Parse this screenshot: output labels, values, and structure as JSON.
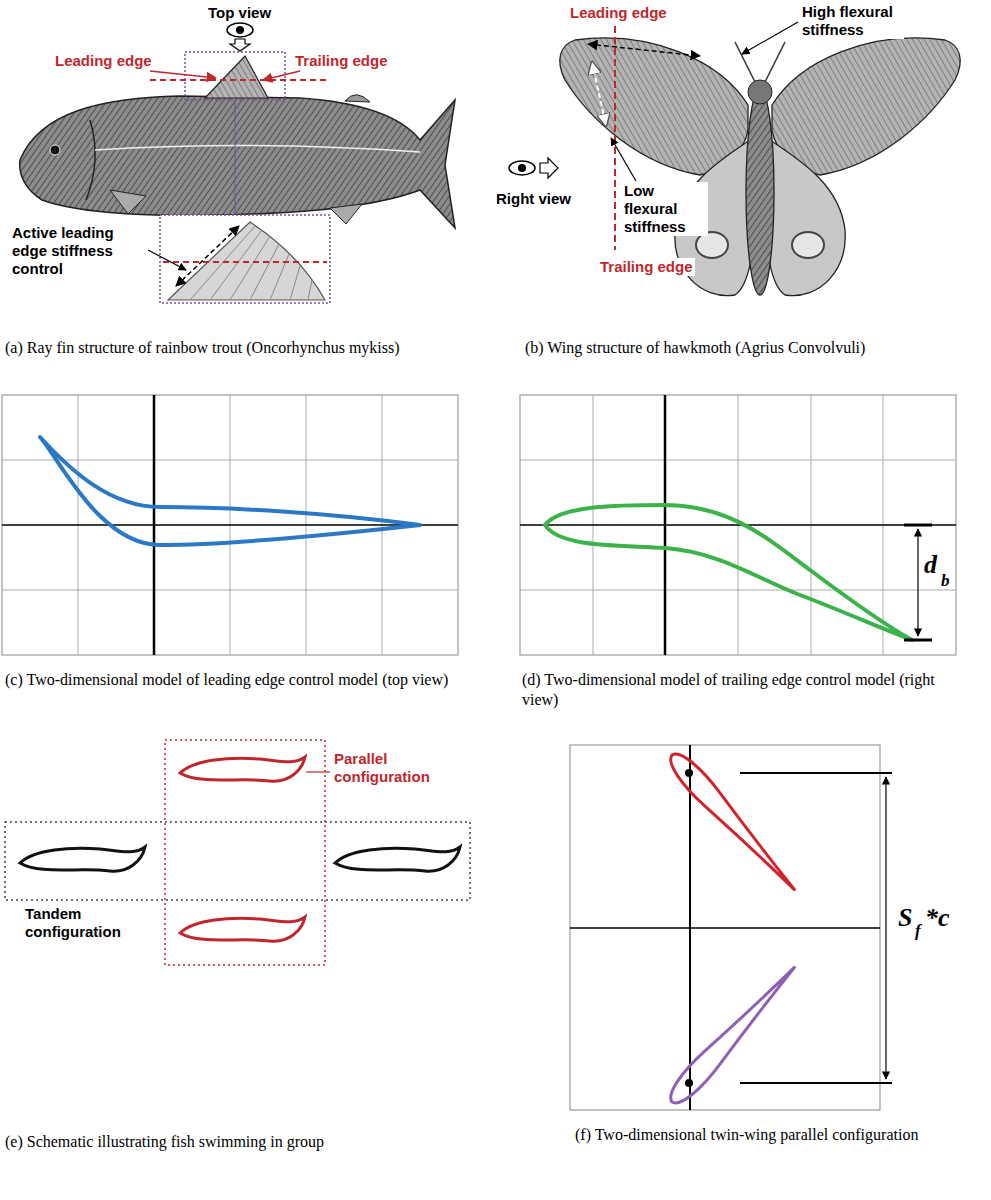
{
  "diagram": {
    "labels": [
      "Top view",
      "Leading edge",
      "Trailing edge",
      "Active leading edge stiffness control",
      "(a) Ray fin structure of rainbow trout (Oncorhynchus mykiss)",
      "Leading edge",
      "High flexural stiffness",
      "Right view",
      "Low flexural stiffness",
      "Trailing edge",
      "(b) Wing structure of hawkmoth (Agrius Convolvuli)",
      "(c) Two-dimensional model of leading edge control model (top view)",
      "d",
      "b",
      "(d) Two-dimensional model of trailing edge control model (right view)",
      "Parallel configuration",
      "Tandem configuration",
      "(e) Schematic illustrating fish swimming in group",
      "S",
      "f",
      "*c",
      "(f) Two-dimensional twin-wing parallel configuration"
    ]
  }
}
